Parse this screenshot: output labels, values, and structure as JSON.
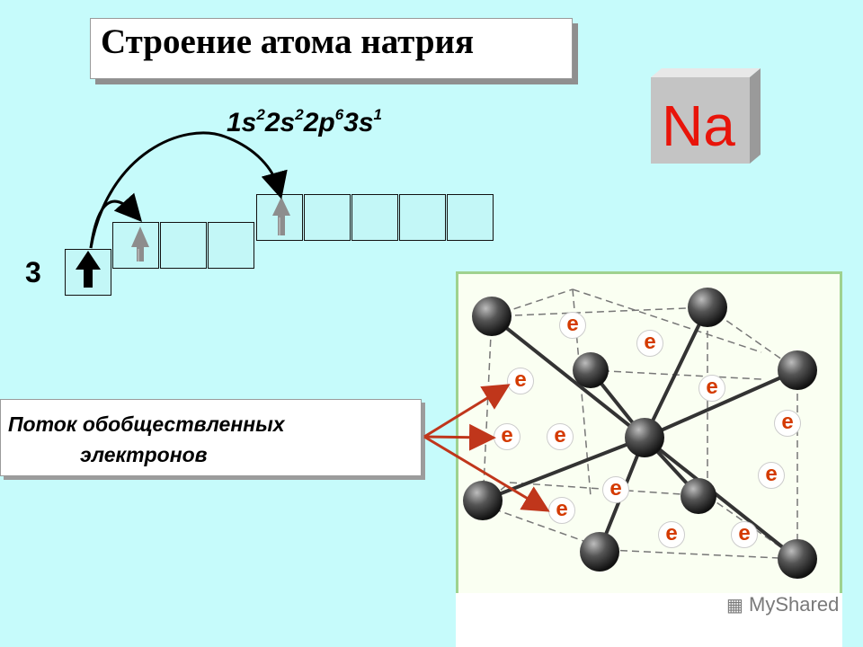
{
  "title": "Строение атома натрия",
  "formula": [
    {
      "base": "1s",
      "exp": "2"
    },
    {
      "base": "2s",
      "exp": "2"
    },
    {
      "base": "2p",
      "exp": "6"
    },
    {
      "base": "3s",
      "exp": "1"
    }
  ],
  "level_label": "3",
  "element_symbol": "Na",
  "callout": {
    "line1": "Поток обобществленных",
    "line2": "электронов"
  },
  "electron_symbol": "e",
  "watermark": "MyShared",
  "colors": {
    "background": "#c6fbfb",
    "element_symbol": "#e8140a",
    "electron_text": "#d43a00",
    "arrow_callout": "#c0361b",
    "lattice_frame": "#9fd28f"
  }
}
